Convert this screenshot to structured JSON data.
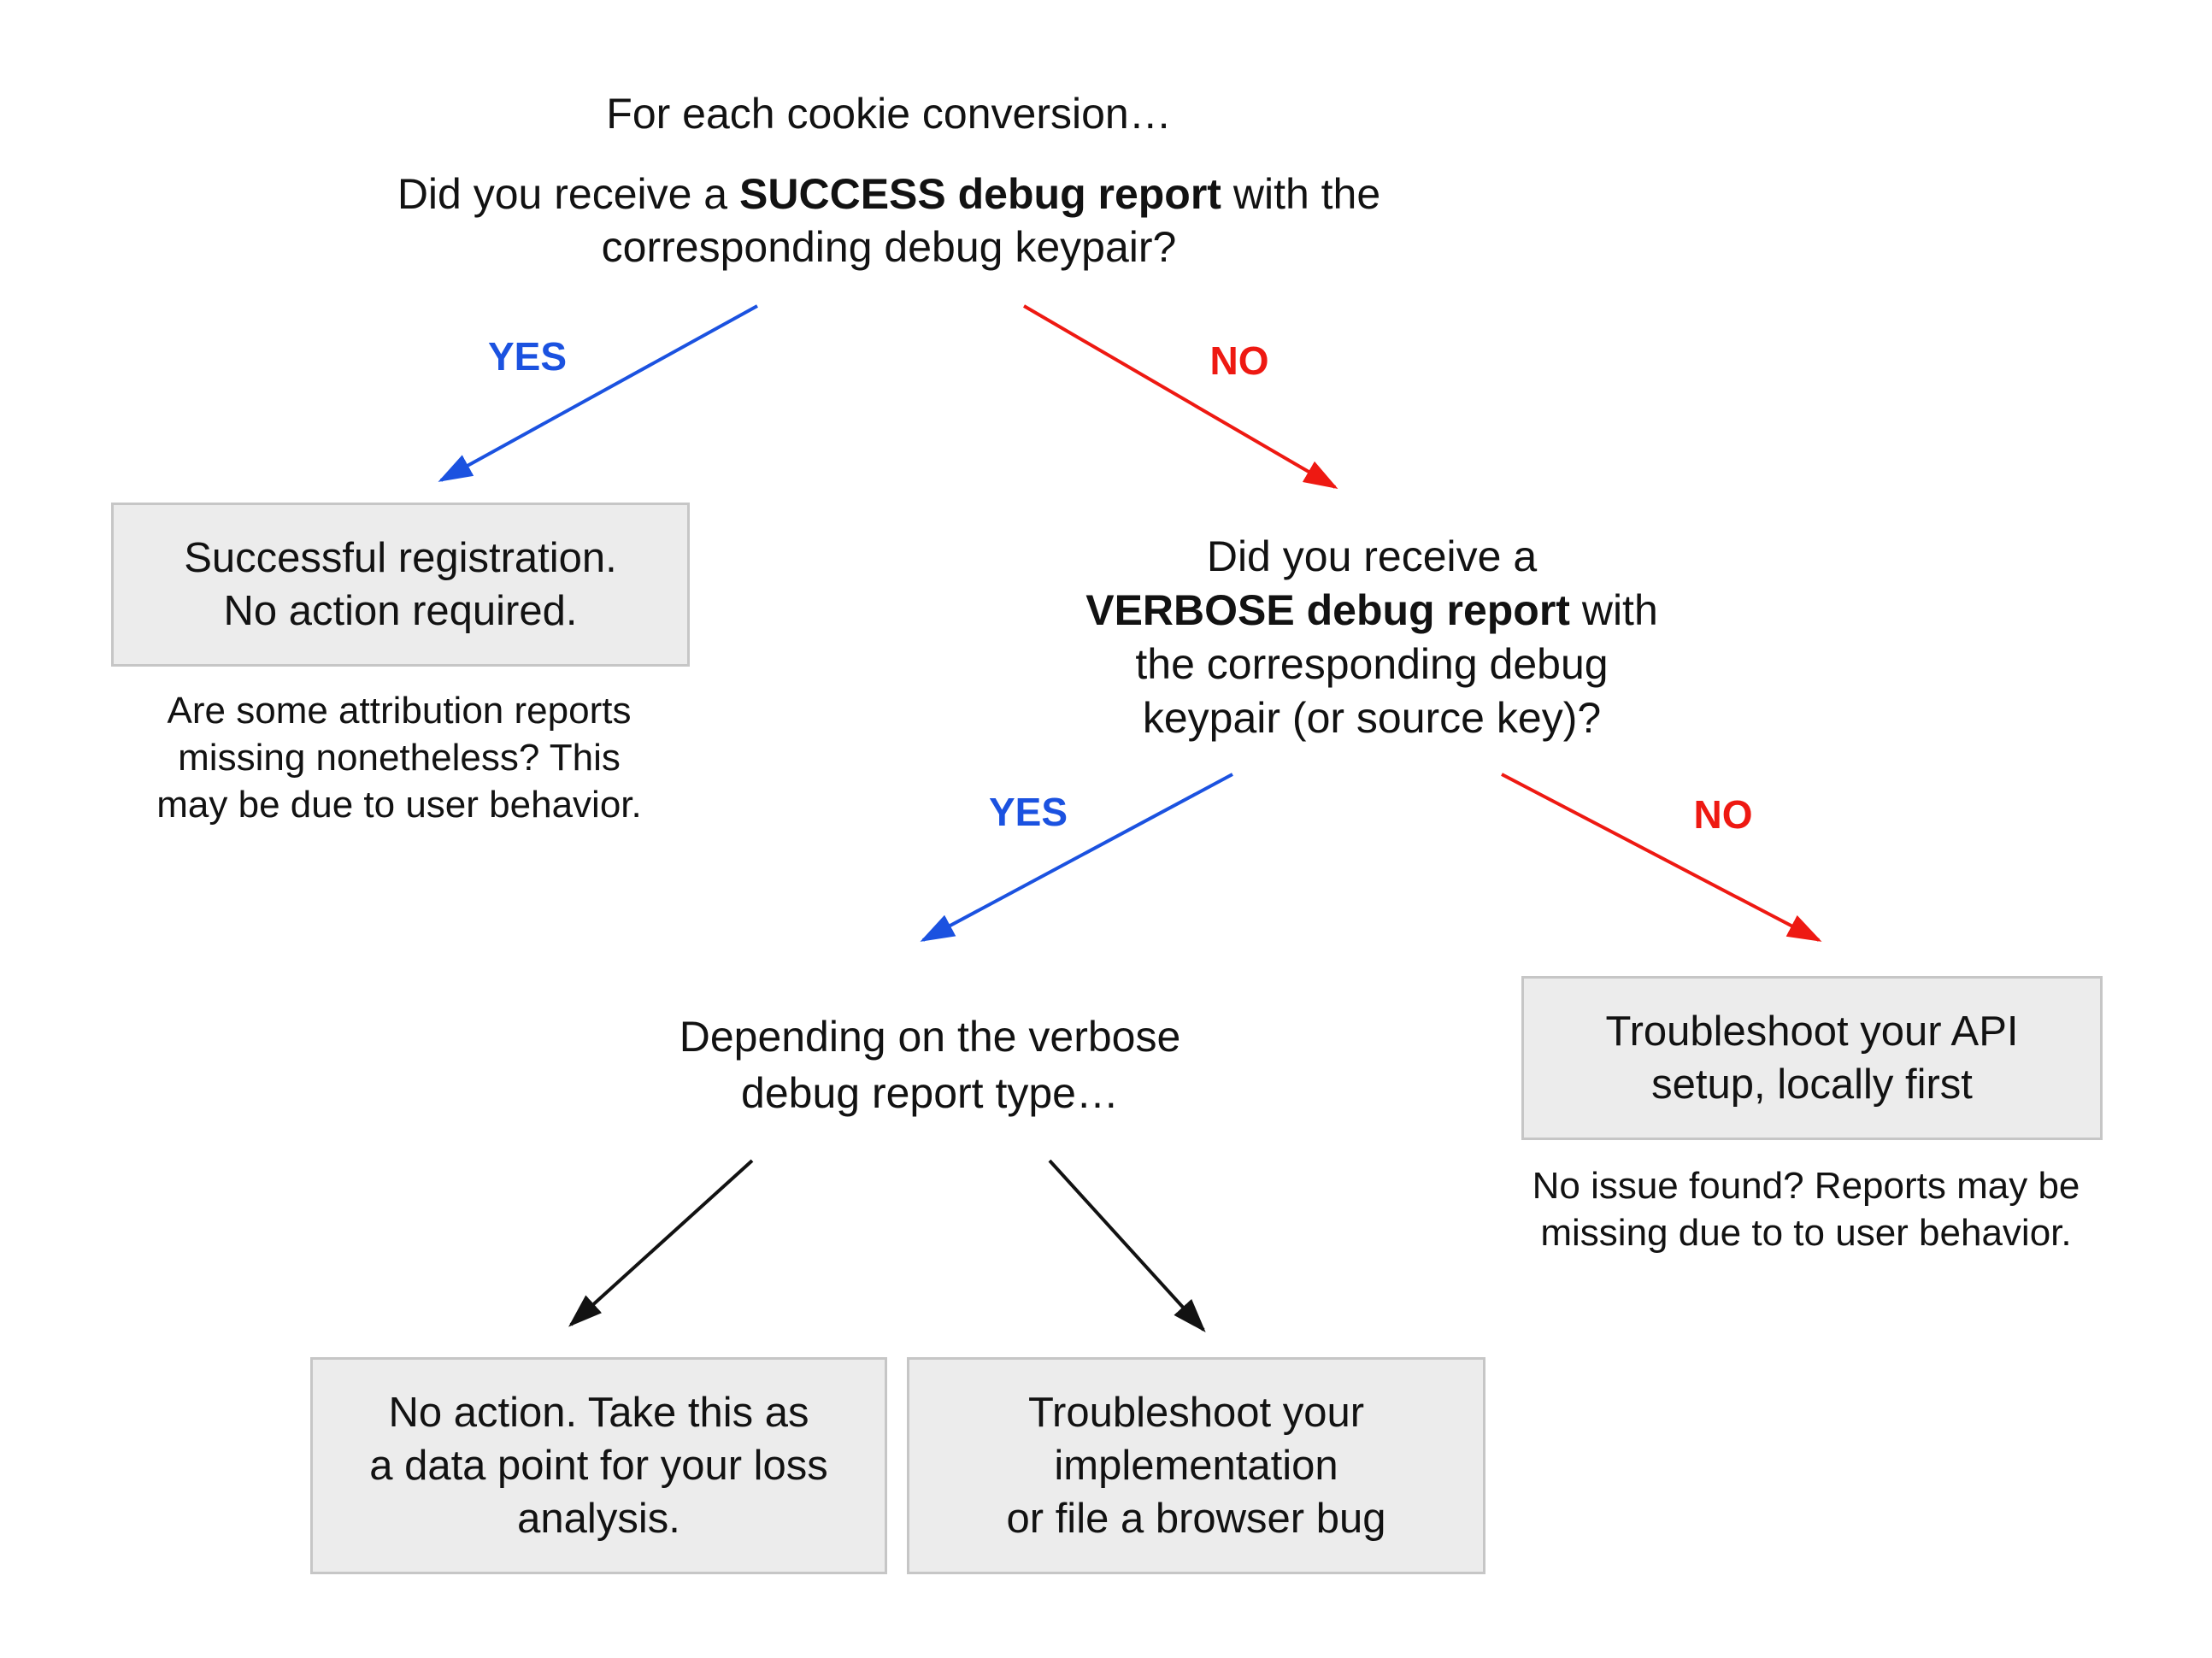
{
  "colors": {
    "yes": "#1b52e0",
    "no": "#ee1912",
    "box_fill": "#ececec",
    "box_border": "#c6c6c6",
    "text": "#121212"
  },
  "root_question": {
    "intro": "For each cookie conversion…",
    "line2_prefix": "Did you receive a ",
    "line2_bold": "SUCCESS debug report",
    "line2_suffix": " with the",
    "line3": "corresponding debug keypair?"
  },
  "branch1": {
    "yes_label": "YES",
    "no_label": "NO"
  },
  "success_box": {
    "line1": "Successful registration.",
    "line2": "No action required."
  },
  "success_note": {
    "line1": "Are some attribution reports",
    "line2": "missing nonetheless? This",
    "line3": "may be due to user behavior."
  },
  "verbose_question": {
    "line1": "Did you receive a",
    "line2_bold": "VERBOSE debug report",
    "line2_suffix": " with",
    "line3": "the corresponding debug",
    "line4": "keypair (or source key)?"
  },
  "branch2": {
    "yes_label": "YES",
    "no_label": "NO"
  },
  "depending": {
    "line1": "Depending on the verbose",
    "line2": "debug report type…"
  },
  "api_box": {
    "line1": "Troubleshoot your API",
    "line2": "setup, locally first"
  },
  "api_note": {
    "line1": "No issue found? Reports may be",
    "line2": "missing due to to user behavior."
  },
  "loss_box": {
    "line1": "No action. Take this as",
    "line2": "a data point for your loss",
    "line3": "analysis."
  },
  "impl_box": {
    "line1": "Troubleshoot your",
    "line2": "implementation",
    "line3": "or file a browser bug"
  }
}
